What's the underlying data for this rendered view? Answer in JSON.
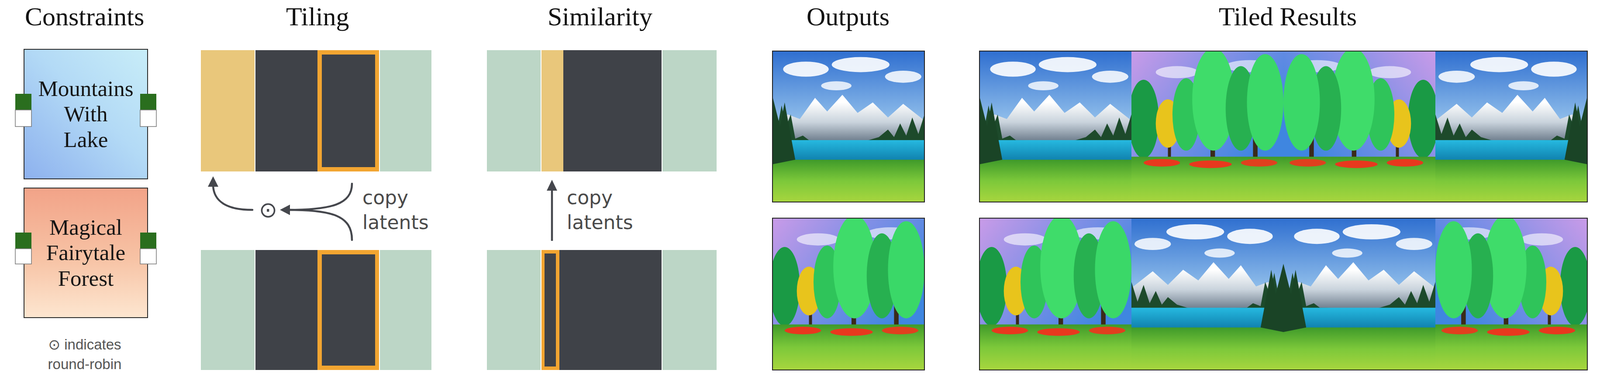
{
  "diagram": {
    "nodes": [
      {
        "text": [
          "Mountains With Lake"
        ]
      },
      {
        "text": [
          "Magical Fairytale Forest"
        ]
      }
    ],
    "labels": [
      "Constraints",
      "Tiling",
      "Similarity",
      "Outputs",
      "Tiled Results",
      "⊙ indicates round-robin",
      "copy latents",
      "⊙",
      "copy latents"
    ]
  }
}
